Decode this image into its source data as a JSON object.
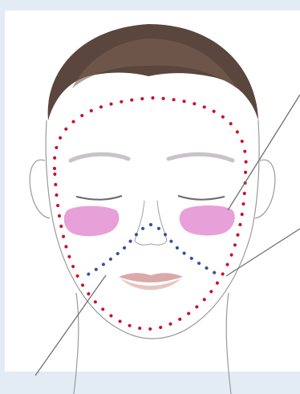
{
  "diagram": {
    "subject": "face-zones-illustration",
    "zones": [
      {
        "id": "face-outline",
        "style": "dotted",
        "color": "#c8102e"
      },
      {
        "id": "mouth-nose-triangle",
        "style": "dotted",
        "color": "#3b4f9c"
      },
      {
        "id": "left-cheek-patch",
        "style": "filled",
        "color": "#e8a0d8"
      },
      {
        "id": "right-cheek-patch",
        "style": "filled",
        "color": "#e8a0d8"
      }
    ],
    "leader_lines": [
      {
        "id": "leader-right-cheek",
        "target": "right-cheek-patch"
      },
      {
        "id": "leader-jaw-outline",
        "target": "face-outline"
      },
      {
        "id": "leader-mouth-triangle",
        "target": "mouth-nose-triangle"
      }
    ],
    "colors": {
      "background": "#e3ebf5",
      "panel": "#ffffff",
      "hair": "#5a463c",
      "skin": "#ffffff",
      "line": "#8a8a8a"
    }
  }
}
